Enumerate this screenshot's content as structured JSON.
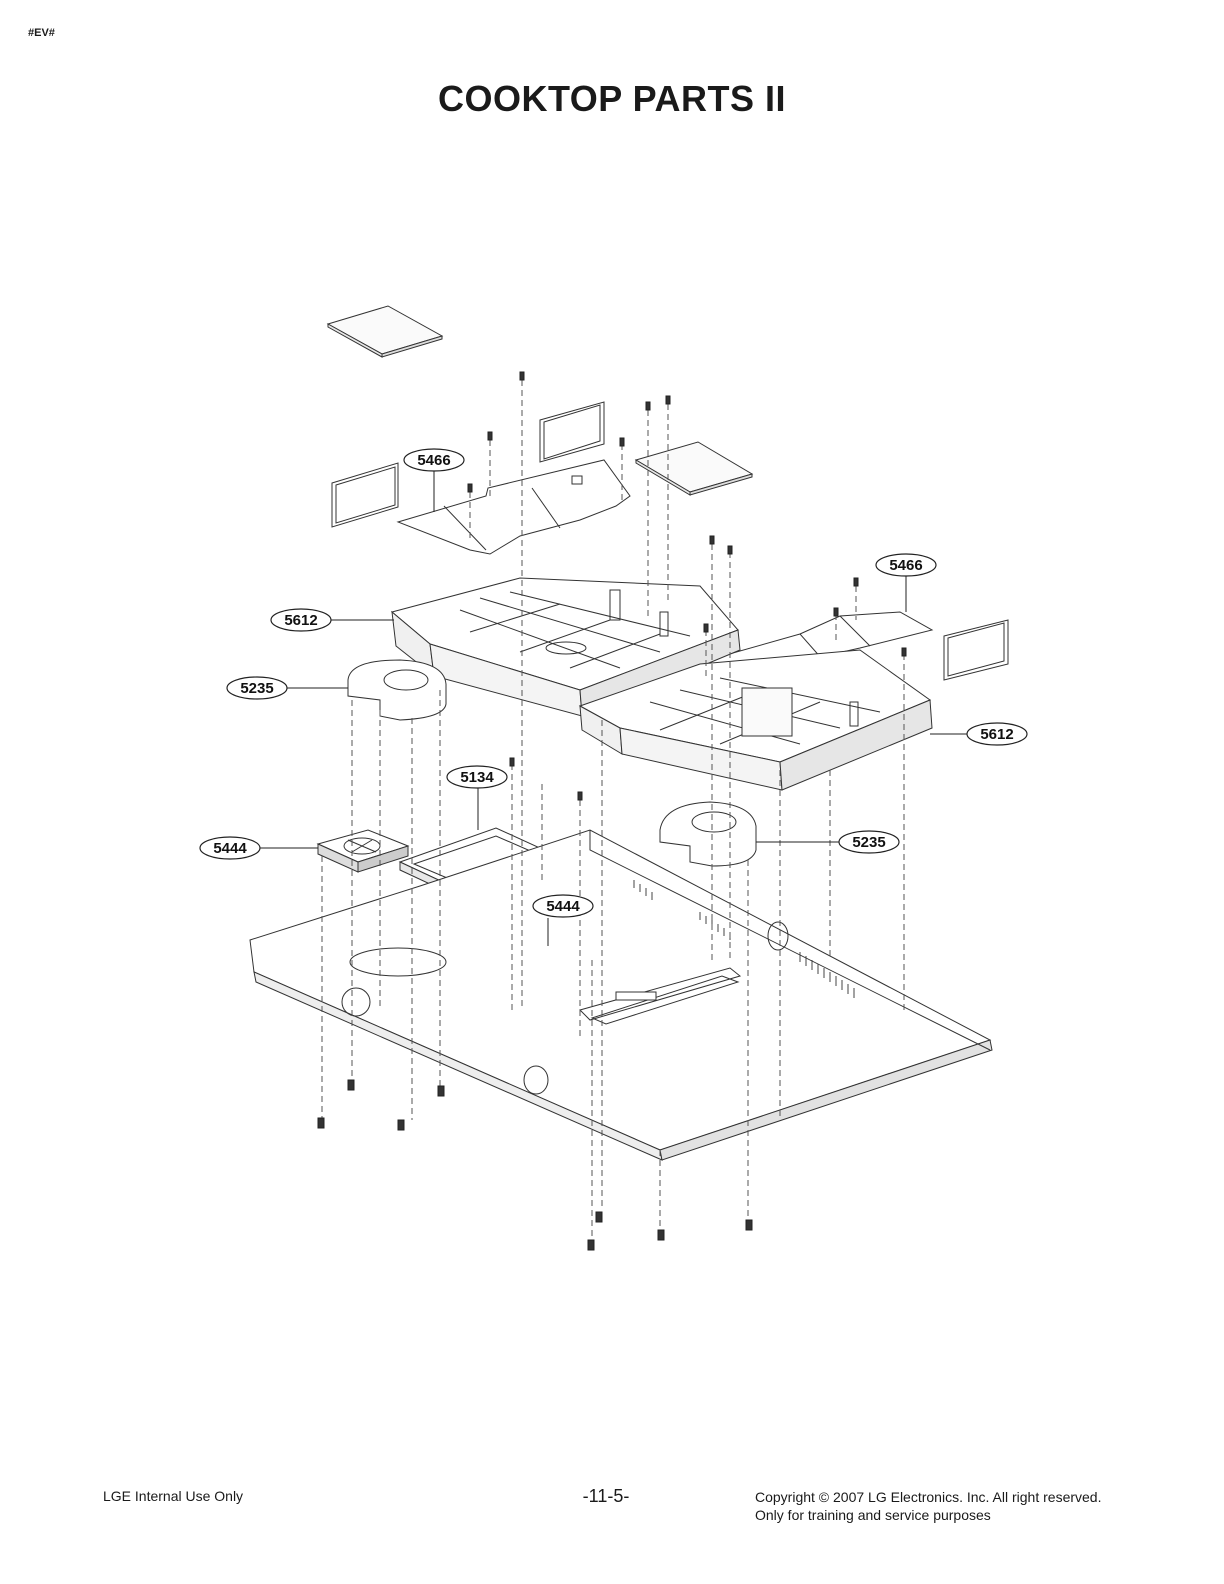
{
  "header": {
    "tag": "#EV#",
    "title": "COOKTOP PARTS II"
  },
  "callouts": [
    {
      "id": "c1",
      "label": "5466"
    },
    {
      "id": "c2",
      "label": "5466"
    },
    {
      "id": "c3",
      "label": "5612"
    },
    {
      "id": "c4",
      "label": "5612"
    },
    {
      "id": "c5",
      "label": "5235"
    },
    {
      "id": "c6",
      "label": "5235"
    },
    {
      "id": "c7",
      "label": "5134"
    },
    {
      "id": "c8",
      "label": "5444"
    },
    {
      "id": "c9",
      "label": "5444"
    }
  ],
  "footer": {
    "left": "LGE Internal Use Only",
    "center": "-11-5-",
    "right_line1": "Copyright © 2007 LG Electronics. Inc. All right reserved.",
    "right_line2": "Only for training and service purposes"
  }
}
